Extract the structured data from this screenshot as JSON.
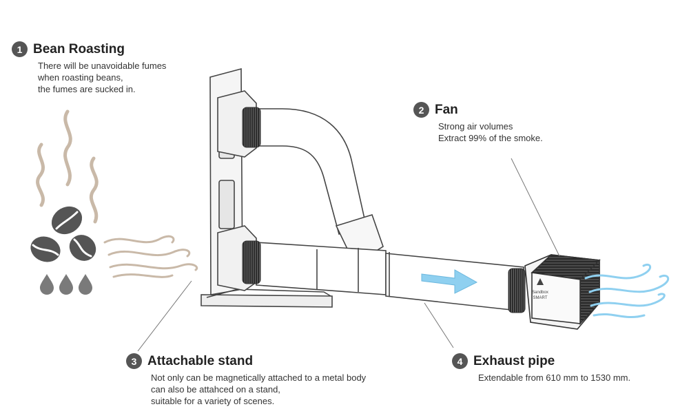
{
  "callouts": [
    {
      "number": "1",
      "title": "Bean Roasting",
      "lines": [
        "There will be unavoidable fumes",
        "when roasting beans,",
        "the fumes are sucked in."
      ]
    },
    {
      "number": "2",
      "title": "Fan",
      "lines": [
        "Strong air volumes",
        "Extract 99% of the smoke."
      ]
    },
    {
      "number": "3",
      "title": "Attachable stand",
      "lines": [
        "Not only can be magnetically attached to a metal body",
        "can also be attahced on a stand,",
        "suitable for a variety of scenes."
      ]
    },
    {
      "number": "4",
      "title": "Exhaust pipe",
      "lines": [
        "Extendable from 610 mm to 1530 mm."
      ]
    }
  ],
  "fan_logo": [
    "Sandbox",
    "SMART"
  ],
  "colors": {
    "badge": "#555555",
    "fume_wave": "#c9b9a8",
    "airflow": "#8fd0f0",
    "bean": "#555555",
    "drop": "#7a7a7a",
    "outline": "#444444"
  },
  "icons": [
    "coffee-bean-icon",
    "smoke-icon",
    "droplet-icon",
    "airflow-arrow-icon",
    "wind-icon"
  ]
}
